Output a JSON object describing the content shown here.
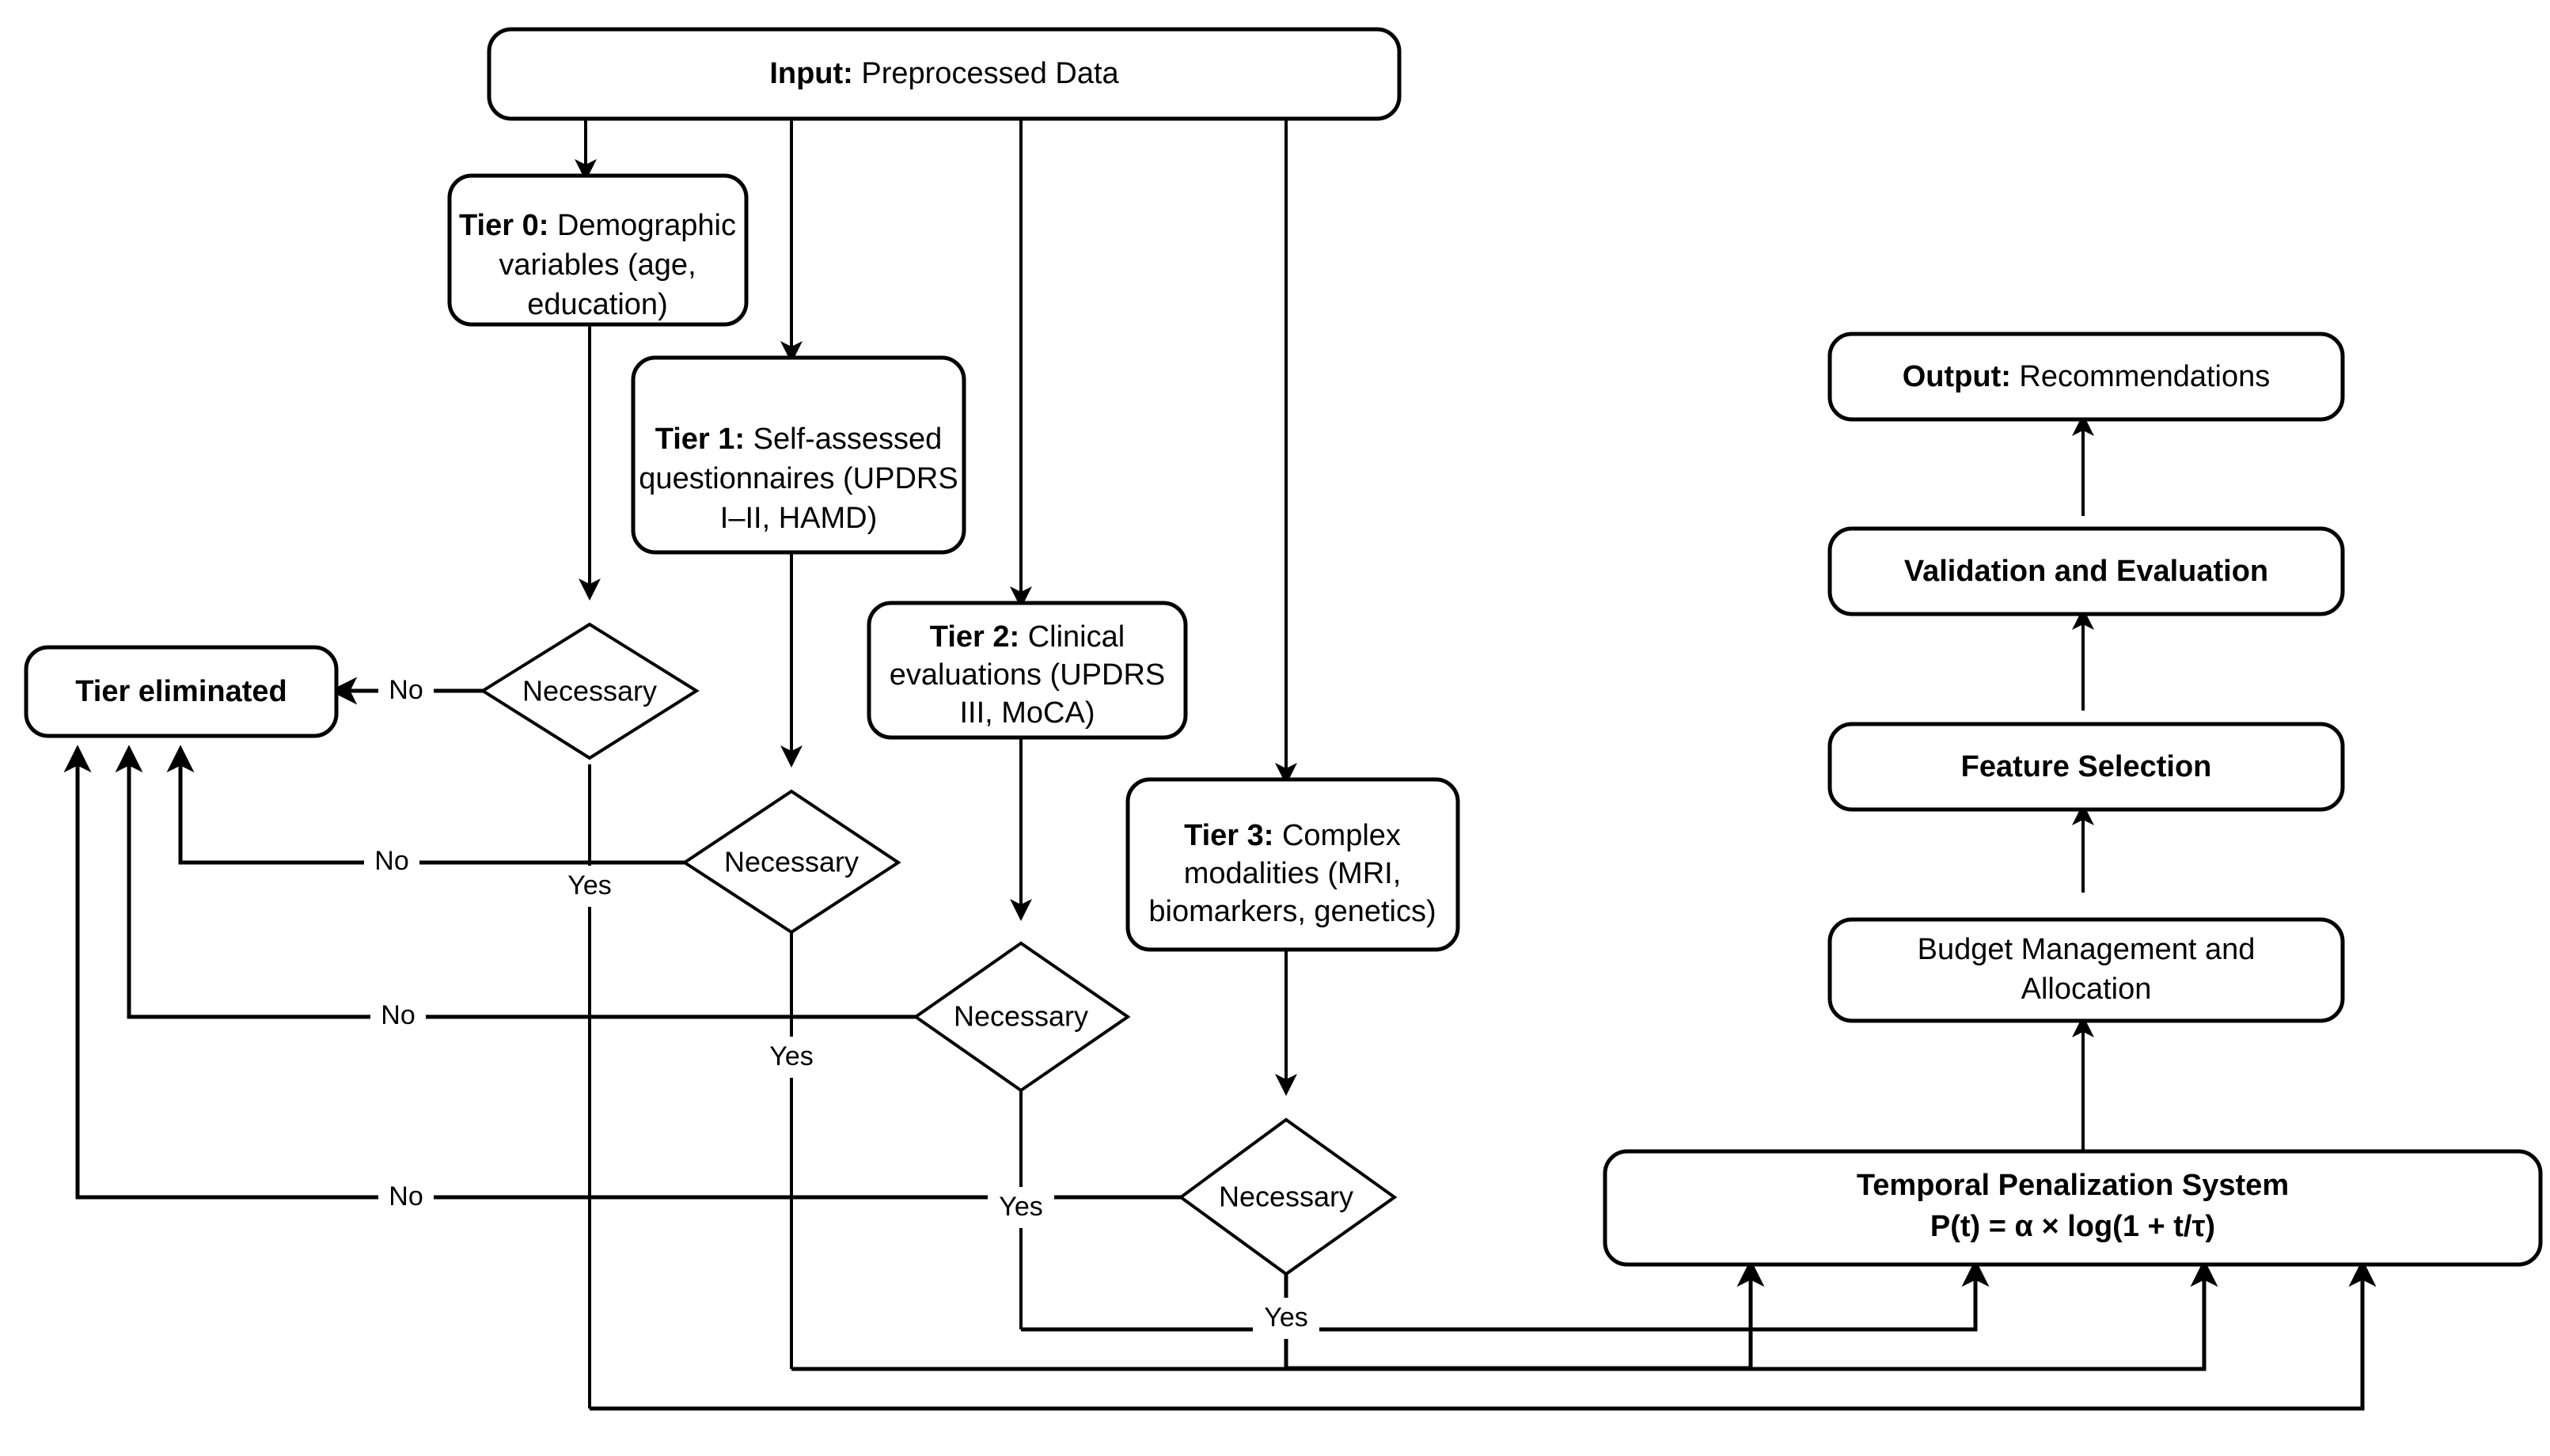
{
  "diagram": {
    "title": "Tiered adaptive assessment flowchart",
    "colors": {
      "stroke": "#000000",
      "fill": "#ffffff",
      "text": "#000000"
    },
    "nodes": {
      "input": {
        "label_bold": "Input:",
        "label_rest": " Preprocessed Data"
      },
      "tier0": {
        "bold": "Tier 0:",
        "line1_rest": " Demographic",
        "line2": "variables (age,",
        "line3": "education)"
      },
      "tier1": {
        "bold": "Tier 1:",
        "line1_rest": " Self-assessed",
        "line2": "questionnaires (UPDRS",
        "line3": "I–II, HAMD)"
      },
      "tier2": {
        "bold": "Tier 2:",
        "line1_rest": " Clinical",
        "line2": "evaluations (UPDRS",
        "line3": "III, MoCA)"
      },
      "tier3": {
        "bold": "Tier 3:",
        "line1_rest": " Complex",
        "line2": "modalities (MRI,",
        "line3": "biomarkers, genetics)"
      },
      "eliminated": {
        "label": "Tier eliminated"
      },
      "decision0": {
        "label": "Necessary"
      },
      "decision1": {
        "label": "Necessary"
      },
      "decision2": {
        "label": "Necessary"
      },
      "decision3": {
        "label": "Necessary"
      },
      "output": {
        "label_bold": "Output:",
        "label_rest": " Recommendations"
      },
      "validation": {
        "label": "Validation and Evaluation"
      },
      "feature_selection": {
        "label": "Feature Selection"
      },
      "budget": {
        "line1": "Budget Management and",
        "line2": "Allocation"
      },
      "temporal": {
        "line1": "Temporal Penalization System",
        "line2": "P(t) = α × log(1 + t/τ)"
      }
    },
    "edge_labels": {
      "no0": "No",
      "no1": "No",
      "no2": "No",
      "no3": "No",
      "yes0": "Yes",
      "yes1": "Yes",
      "yes2": "Yes",
      "yes3": "Yes"
    }
  }
}
